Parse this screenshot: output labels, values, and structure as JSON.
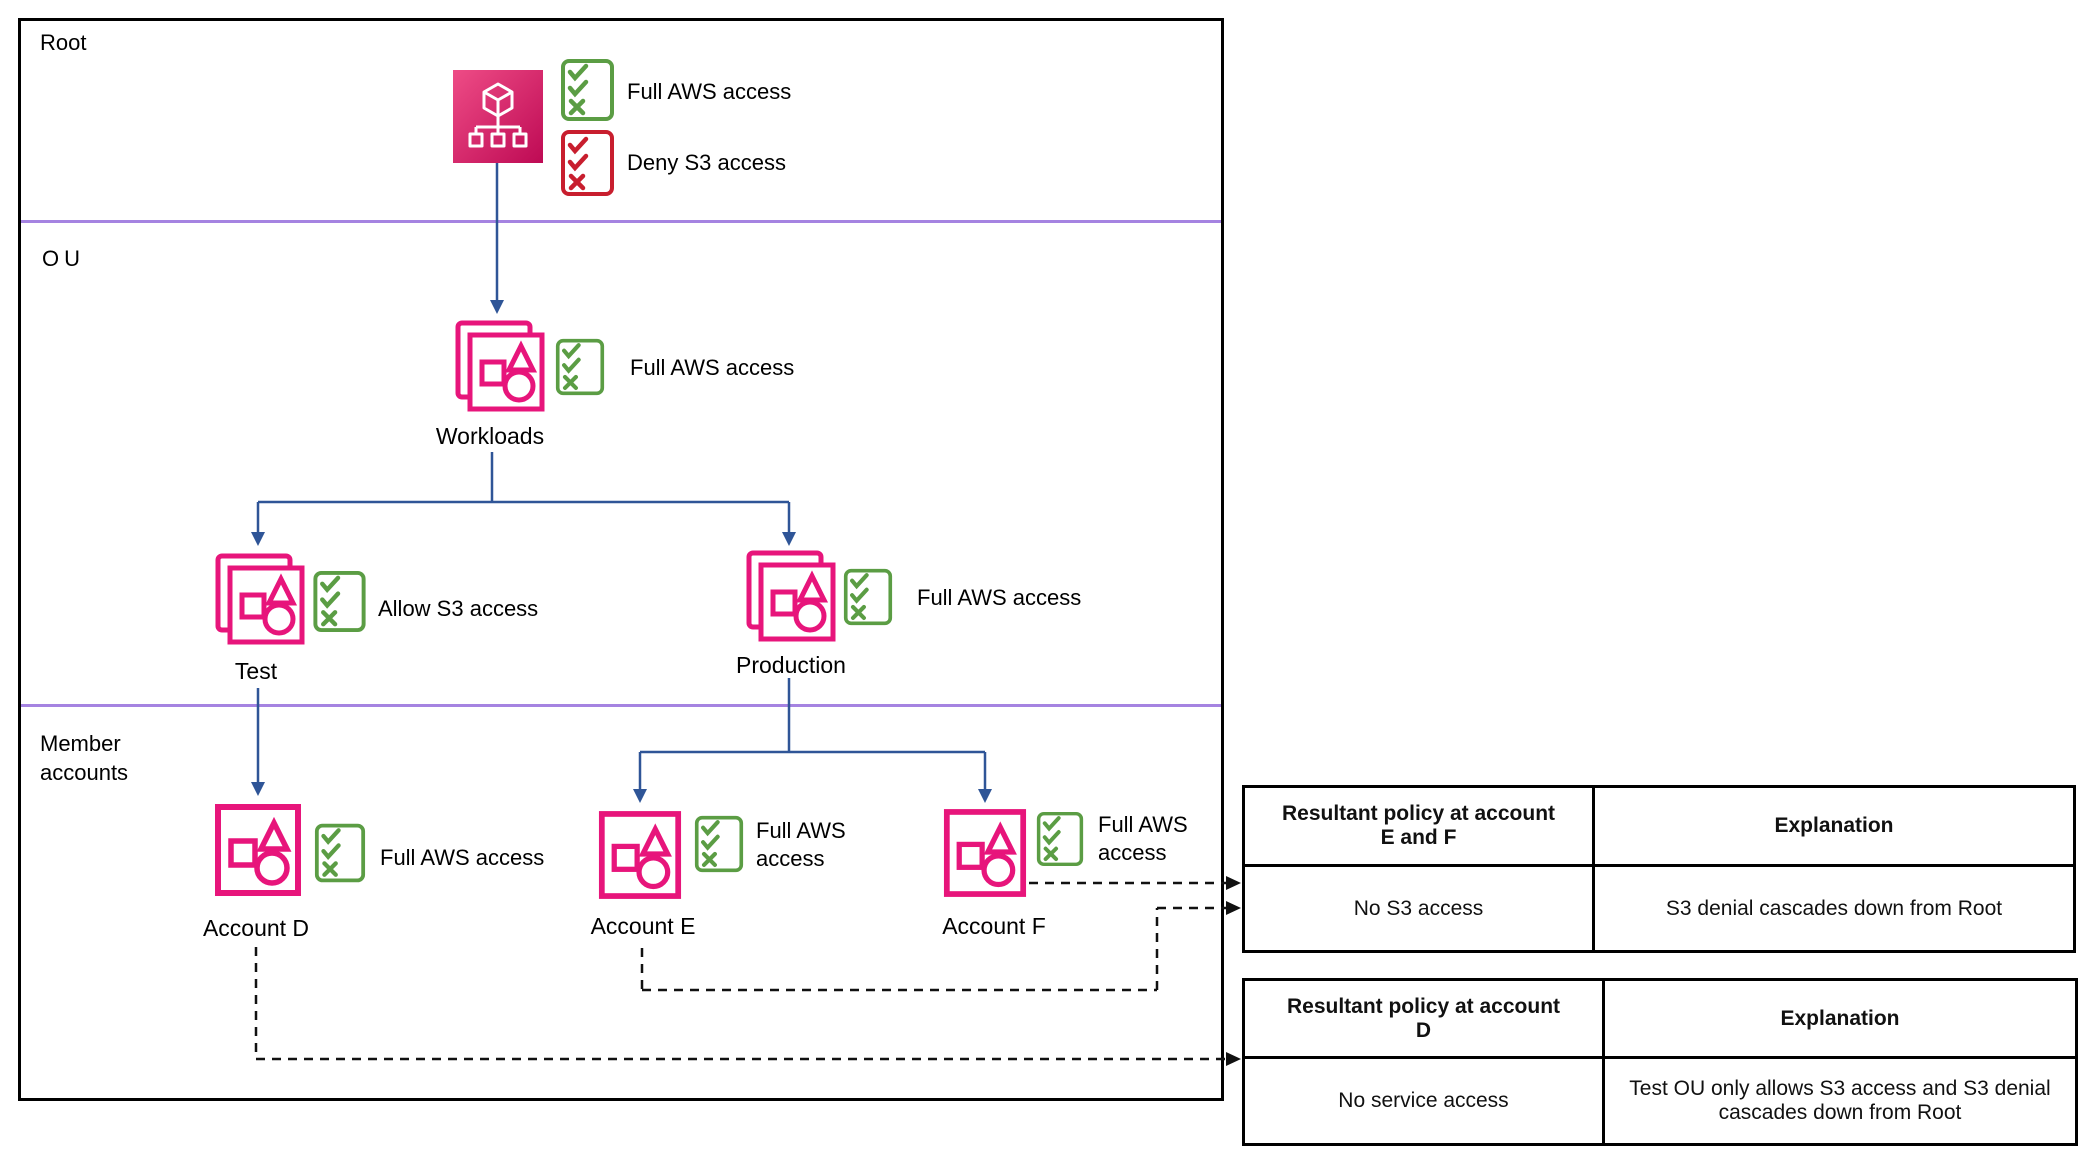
{
  "diagram": {
    "sections": [
      {
        "label": "Root"
      },
      {
        "label": "OU"
      },
      {
        "label": "Member accounts"
      }
    ],
    "root_node": {
      "policies": [
        {
          "label": "Full AWS access",
          "type": "allow"
        },
        {
          "label": "Deny S3 access",
          "type": "deny"
        }
      ]
    },
    "ou_nodes": {
      "workloads": {
        "label": "Workloads",
        "policy": "Full AWS access"
      },
      "test": {
        "label": "Test",
        "policy": "Allow S3 access"
      },
      "production": {
        "label": "Production",
        "policy": "Full AWS access"
      }
    },
    "account_nodes": {
      "d": {
        "label": "Account D",
        "policy": "Full AWS access"
      },
      "e": {
        "label": "Account E",
        "policy": "Full AWS access"
      },
      "f": {
        "label": "Account F",
        "policy": "Full AWS access"
      }
    }
  },
  "tables": [
    {
      "headers": [
        {
          "line1": "Resultant policy at account",
          "line2": "E and F"
        },
        {
          "line1": "Explanation",
          "line2": ""
        }
      ],
      "rows": [
        [
          "No S3 access",
          "S3 denial cascades down from Root"
        ]
      ]
    },
    {
      "headers": [
        {
          "line1": "Resultant policy at account",
          "line2": "D"
        },
        {
          "line1": "Explanation",
          "line2": ""
        }
      ],
      "rows": [
        [
          "No service access",
          "Test OU only allows S3 access and S3 denial cascades down from Root"
        ]
      ]
    }
  ],
  "colors": {
    "pink": "#E7157B",
    "gradient_start": "#EE4C86",
    "gradient_end": "#BE0A54",
    "allow_green": "#5B9D44",
    "deny_red": "#C81E2E",
    "arrow_blue": "#2F5597",
    "divider_purple": "#A583E1",
    "connector_black": "#111111"
  }
}
